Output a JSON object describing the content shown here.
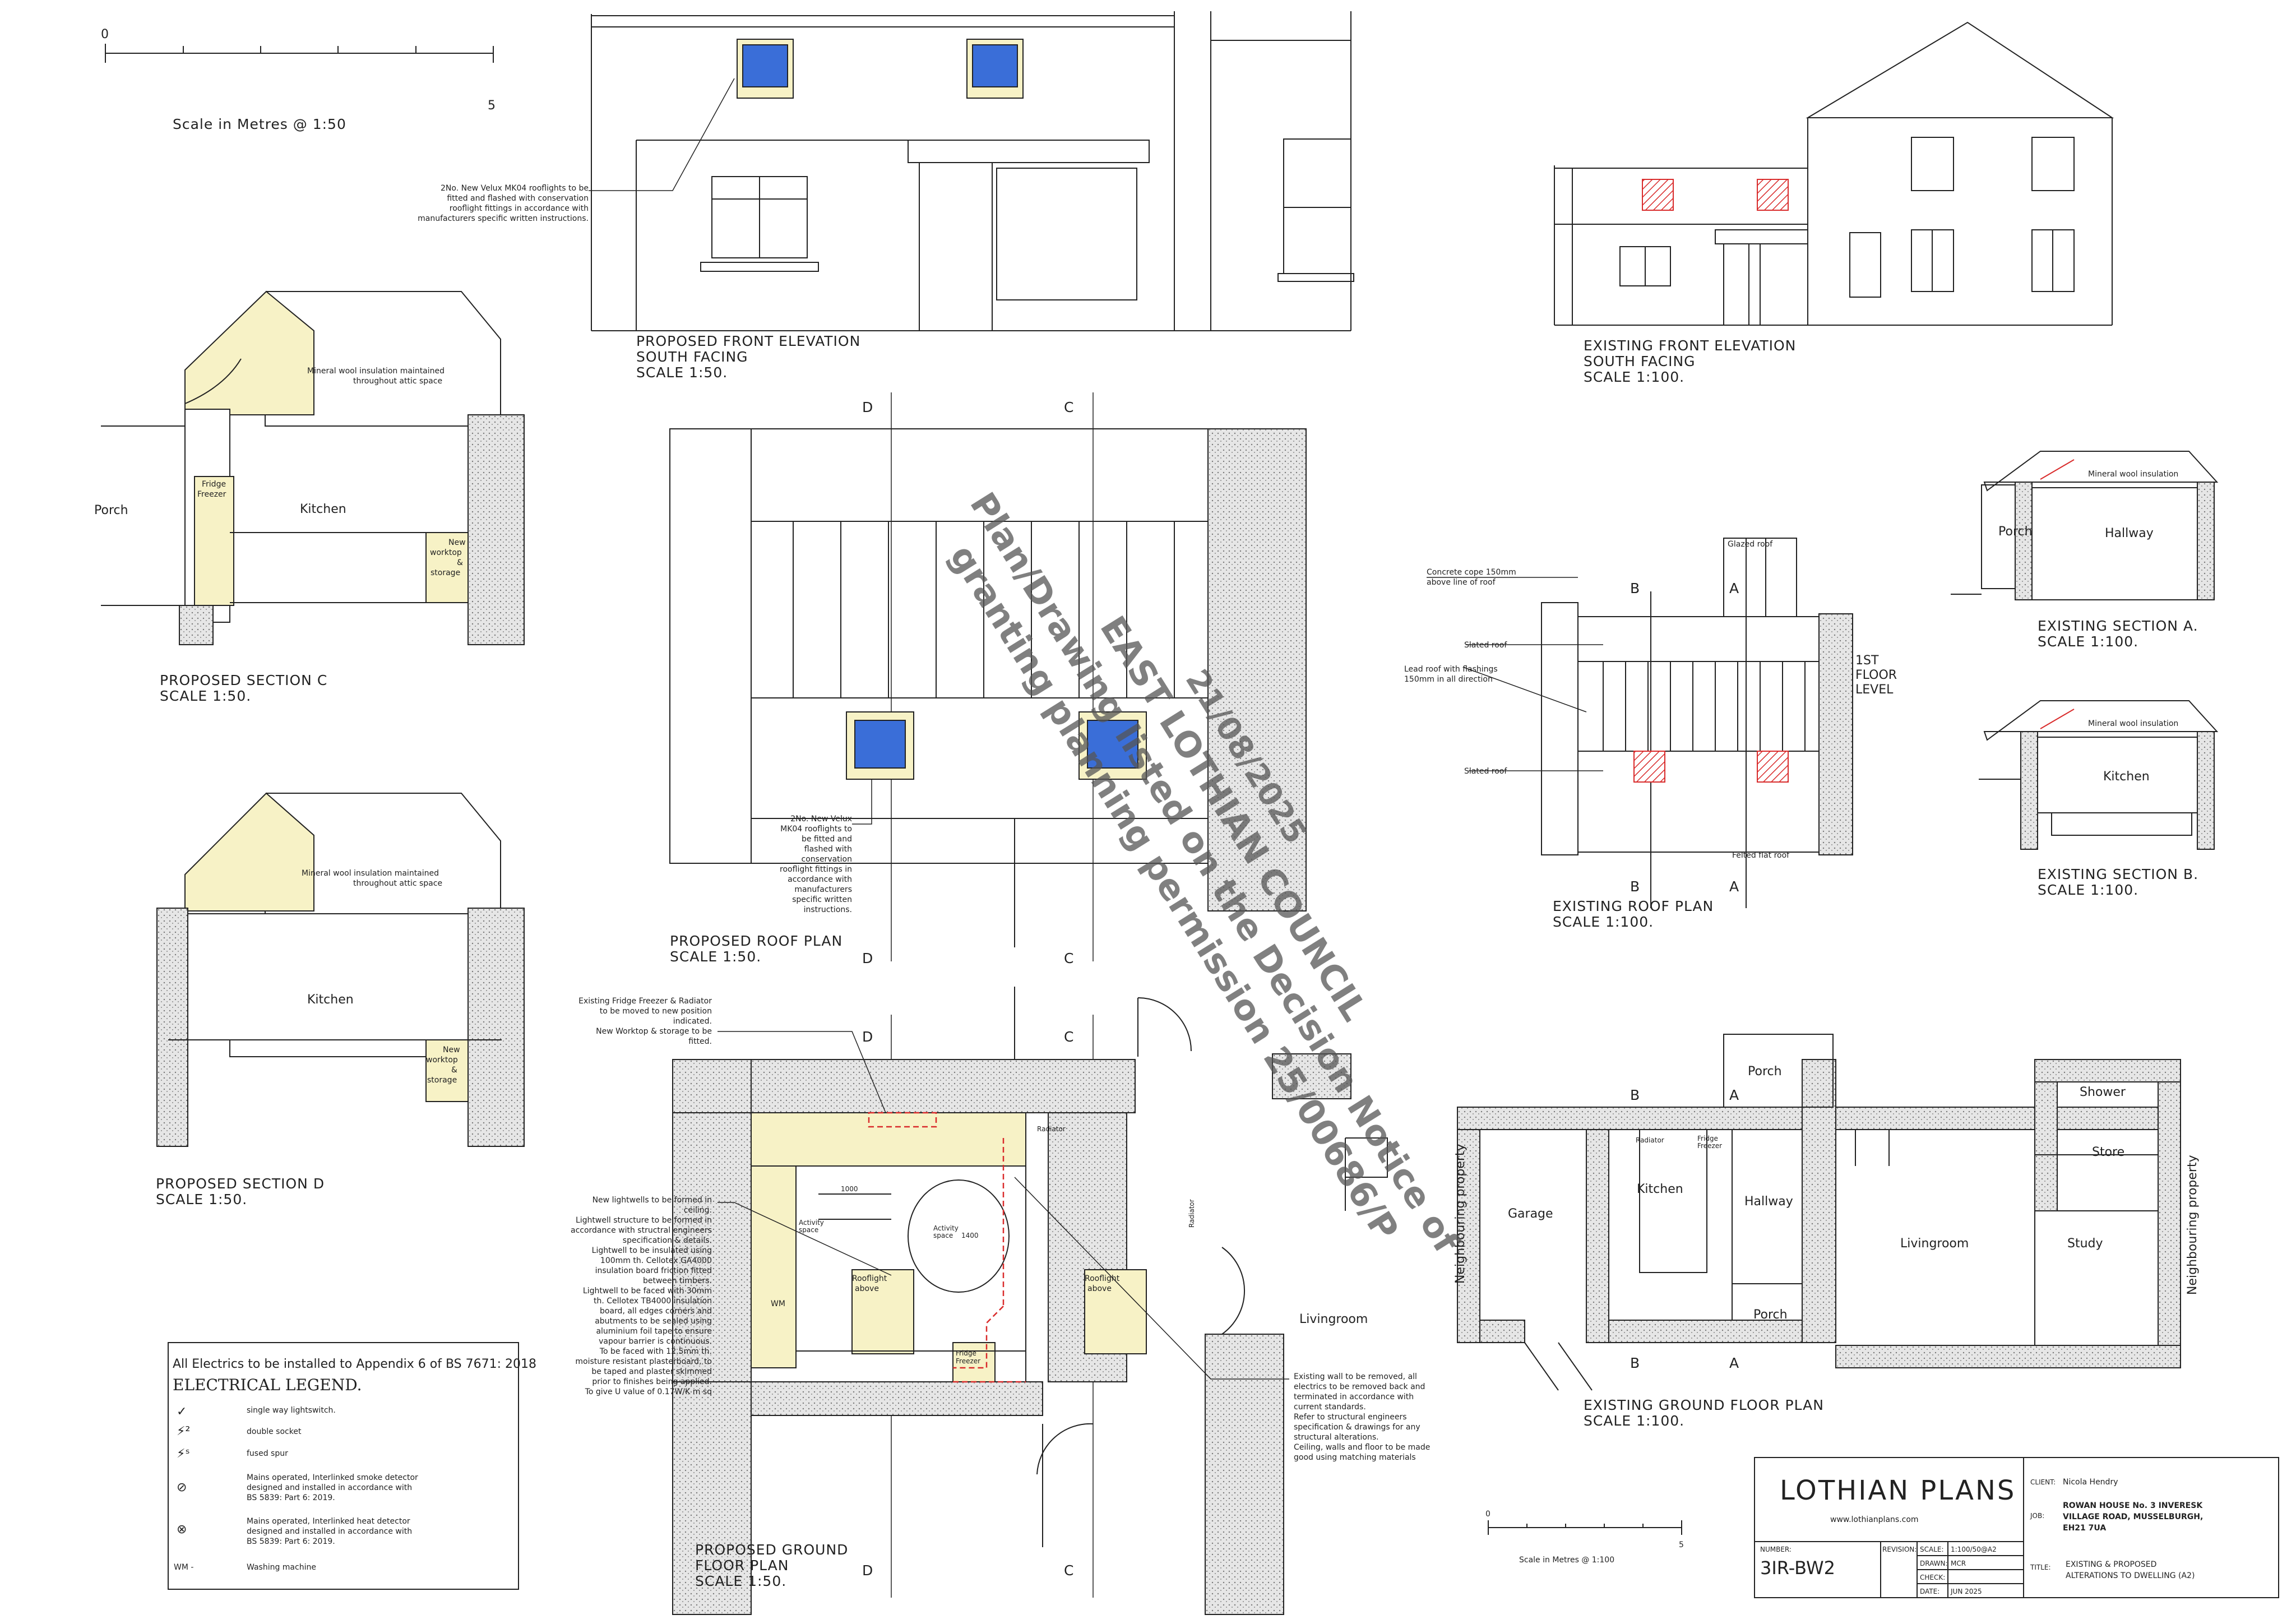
{
  "scale_bar_top": {
    "zero": "0",
    "five": "5",
    "label": "Scale in Metres @ 1:50"
  },
  "front_elevation_proposed": {
    "title": "PROPOSED FRONT ELEVATION",
    "sub": "SOUTH FACING",
    "scale": "SCALE 1:50.",
    "note": [
      "2No. New Velux MK04 rooflights to be",
      "fitted and flashed with conservation",
      "rooflight fittings in accordance with",
      "manufacturers specific written instructions."
    ]
  },
  "front_elevation_existing": {
    "title": "EXISTING FRONT ELEVATION",
    "sub": "SOUTH FACING",
    "scale": "SCALE 1:100."
  },
  "section_c_proposed": {
    "title": "PROPOSED SECTION C",
    "scale": "SCALE 1:50.",
    "insulation": [
      "Mineral wool insulation maintained",
      "throughout attic space"
    ],
    "porch": "Porch",
    "fridge": [
      "Fridge",
      "Freezer"
    ],
    "kitchen": "Kitchen",
    "worktop": [
      "New",
      "worktop",
      "&",
      "storage"
    ]
  },
  "section_d_proposed": {
    "title": "PROPOSED SECTION D",
    "scale": "SCALE 1:50.",
    "insulation": [
      "Mineral wool insulation maintained",
      "throughout attic space"
    ],
    "kitchen": "Kitchen",
    "worktop": [
      "New",
      "worktop",
      "&",
      "storage"
    ]
  },
  "roof_plan_proposed": {
    "title": "PROPOSED ROOF PLAN",
    "scale": "SCALE 1:50.",
    "note": [
      "2No. New Velux",
      "MK04 rooflights to",
      "be fitted and",
      "flashed with",
      "conservation",
      "rooflight fittings in",
      "accordance with",
      "manufacturers",
      "specific written",
      "instructions."
    ]
  },
  "section_markers": {
    "d": "D",
    "c": "C",
    "b": "B",
    "a": "A"
  },
  "roof_plan_existing": {
    "title": "EXISTING ROOF PLAN",
    "scale": "SCALE 1:100.",
    "cope": [
      "Concrete cope 150mm",
      "above line of roof"
    ],
    "slated1": "Slated roof",
    "lead": [
      "Lead roof with flashings",
      "150mm in all direction"
    ],
    "slated2": "Slated roof",
    "glazed": "Glazed roof",
    "felted": "Felted flat roof",
    "first_floor": [
      "1ST",
      "FLOOR",
      "LEVEL"
    ]
  },
  "section_a_existing": {
    "title": "EXISTING SECTION A.",
    "scale": "SCALE 1:100.",
    "porch": "Porch",
    "hallway": "Hallway",
    "insulation": "Mineral wool insulation"
  },
  "section_b_existing": {
    "title": "EXISTING SECTION B.",
    "scale": "SCALE 1:100.",
    "kitchen": "Kitchen",
    "insulation": "Mineral wool insulation"
  },
  "ground_floor_proposed": {
    "title": [
      "PROPOSED GROUND",
      "FLOOR PLAN"
    ],
    "scale": "SCALE 1:50.",
    "note_fridge": [
      "Existing Fridge Freezer & Radiator",
      "to be moved to new position",
      "indicated.",
      "New Worktop & storage to be",
      "fitted."
    ],
    "note_lightwell": [
      "New lightwells to be formed in",
      "ceiling.",
      "Lightwell structure to be formed in",
      "accordance with structral engineers",
      "specification & details.",
      "Lightwell to be insulated using",
      "100mm th. Cellotex GA4000",
      "insulation board friction fitted",
      "between timbers.",
      "Lightwell to be faced with 30mm",
      "th. Cellotex TB4000 insulation",
      "board, all edges corners and",
      "abutments to be sealed using",
      "aluminium foil tape to ensure",
      "vapour barrier is continuous.",
      "To be faced with 12.5mm th.",
      "moisture resistant plasterboard, to",
      "be taped and plaster skimmed",
      "prior to finishes being applied.",
      "To give U value of 0.17W/K m sq"
    ],
    "note_wall": [
      "Existing wall to be removed, all",
      "electrics to be removed back and",
      "terminated in accordance with",
      "current standards.",
      "Refer to structural engineers",
      "specification & drawings for any",
      "structural alterations.",
      "Ceiling, walls and floor to be made",
      "good using matching materials"
    ],
    "rooflight1": [
      "Rooflight",
      "above"
    ],
    "rooflight2": [
      "Rooflight",
      "above"
    ],
    "radiator": "Radiator",
    "radiator2": "Radiator",
    "fridge": [
      "Fridge",
      "Freezer"
    ],
    "wm": "WM",
    "activity1": [
      "Activity",
      "space"
    ],
    "activity2": [
      "Activity",
      "space",
      "1400"
    ],
    "dim1000": "1000",
    "livingroom": "Livingroom"
  },
  "ground_floor_existing": {
    "title": "EXISTING GROUND FLOOR PLAN",
    "scale": "SCALE 1:100.",
    "rooms": {
      "porch_top": "Porch",
      "garage": "Garage",
      "kitchen": "Kitchen",
      "hallway": "Hallway",
      "porch_bottom": "Porch",
      "livingroom": "Livingroom",
      "study": "Study",
      "shower": "Shower",
      "store": "Store"
    },
    "neighbour_left": "Neighbouring property",
    "neighbour_right": "Neighbouring property",
    "radiator": "Radiator",
    "fridge": [
      "Fridge",
      "Freezer"
    ]
  },
  "legend": {
    "header": "All Electrics to be installed to Appendix 6 of BS 7671: 2018",
    "title": "ELECTRICAL LEGEND.",
    "items": [
      {
        "symbol": "✓",
        "text": [
          "single way lightswitch."
        ]
      },
      {
        "symbol": "⚡²",
        "text": [
          "double socket"
        ]
      },
      {
        "symbol": "⚡ˢ",
        "text": [
          "fused spur"
        ]
      },
      {
        "symbol": "⊘",
        "text": [
          "Mains operated, Interlinked smoke detector",
          "designed and installed in accordance with",
          "BS 5839: Part 6: 2019."
        ]
      },
      {
        "symbol": "⊗",
        "text": [
          "Mains operated, Interlinked heat detector",
          "designed and installed in accordance with",
          "BS 5839: Part 6: 2019."
        ]
      },
      {
        "symbol": "WM -",
        "text": [
          "Washing machine"
        ]
      }
    ]
  },
  "watermark": [
    "EAST LOTHIAN COUNCIL",
    "Plan/Drawing listed on the Decision Notice of",
    "granting planning permission 25/00686/P",
    "21/08/2025"
  ],
  "scale_bar_bottom": {
    "zero": "0",
    "five": "5",
    "label": "Scale in Metres @ 1:100"
  },
  "title_block": {
    "company": "LOTHIAN PLANS",
    "web": "www.lothianplans.com",
    "client_label": "CLIENT:",
    "client": "Nicola Hendry",
    "job_label": "JOB:",
    "job": [
      "ROWAN HOUSE No. 3 INVERESK",
      "VILLAGE ROAD, MUSSELBURGH,",
      "EH21 7UA"
    ],
    "number_label": "NUMBER:",
    "number": "3IR-BW2",
    "revision_label": "REVISION:",
    "scale_label": "SCALE:",
    "scale": "1:100/50@A2",
    "drawn_label": "DRAWN:",
    "drawn": "MCR",
    "check_label": "CHECK:",
    "check": "",
    "date_label": "DATE:",
    "date": "JUN 2025",
    "title_label": "TITLE:",
    "title": [
      "EXISTING & PROPOSED",
      "ALTERATIONS TO DWELLING (A2)"
    ]
  },
  "colors": {
    "line": "#222222",
    "insulation": "#f7f2c6",
    "glass": "#3a6ed8",
    "demolish": "#d92b2b",
    "hatch": "#888888"
  }
}
